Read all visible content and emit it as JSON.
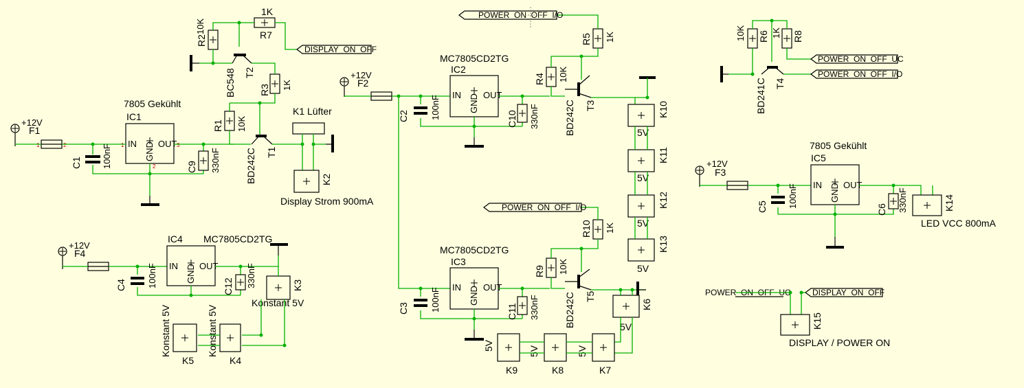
{
  "labels": {
    "f1": "F1",
    "f2": "F2",
    "f3": "F3",
    "f4": "F4",
    "v12": "+12V",
    "ic1_name": "7805 Gekühlt",
    "ic1": "IC1",
    "ic2_name": "MC7805CD2TG",
    "ic2": "IC2",
    "ic3_name": "MC7805CD2TG",
    "ic3": "IC3",
    "ic4": "IC4",
    "ic4_name": "MC7805CD2TG",
    "ic5_name": "7805 Gekühlt",
    "ic5": "IC5",
    "pin_in": "IN",
    "pin_out": "OUT",
    "pin_gnd": "GND",
    "c1": "C1",
    "c2": "C2",
    "c3": "C3",
    "c4": "C4",
    "c5": "C5",
    "c6": "C6",
    "c9": "C9",
    "c10": "C10",
    "c11": "C11",
    "c12": "C12",
    "v100nf": "100nF",
    "v330nf": "330nF",
    "r1": "R1",
    "r2": "R2",
    "r3": "R3",
    "r4": "R4",
    "r5": "R5",
    "r6": "R6",
    "r7": "R7",
    "r8": "R8",
    "r9": "R9",
    "r10": "R10",
    "v10k": "10K",
    "v1k": "1K",
    "t1": "T1",
    "t2": "T2",
    "t3": "T3",
    "t4": "T4",
    "t5": "T5",
    "bc548": "BC548",
    "bd242c": "BD242C",
    "bd241c": "BD241C",
    "k1": "K1 Lüfter",
    "k2": "K2",
    "k3": "K3",
    "k4": "K4",
    "k5": "K5",
    "k6": "K6",
    "k7": "K7",
    "k8": "K8",
    "k9": "K9",
    "k10": "K10",
    "k11": "K11",
    "k12": "K12",
    "k13": "K13",
    "k14": "K14",
    "k15": "K15",
    "v5v": "5V",
    "display_strom": "Display Strom 900mA",
    "konstant": "Konstant 5V",
    "led_vcc": "LED VCC 800mA",
    "display_power": "DISPLAY / POWER ON"
  },
  "nets": {
    "display_on_off": "DISPLAY_ON_OFF",
    "power_on_off_io": "POWER_ON_OFF_I/O",
    "power_on_off_uc": "POWER_ON_OFF_UC"
  }
}
